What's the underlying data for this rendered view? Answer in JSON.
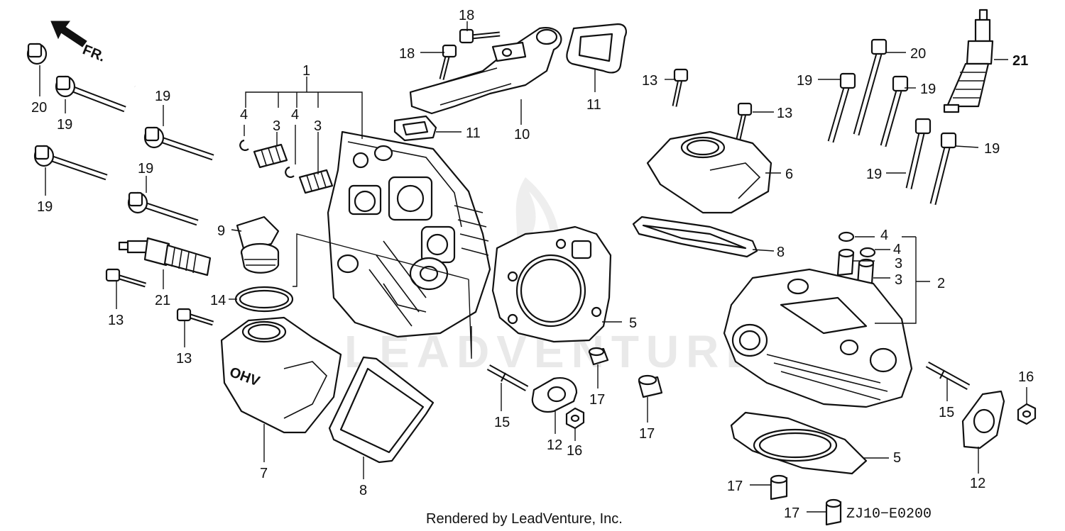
{
  "callouts": {
    "c1": "1",
    "c2": "2",
    "c3a": "3",
    "c3b": "3",
    "c3c": "3",
    "c3d": "3",
    "c4a": "4",
    "c4b": "4",
    "c4c": "4",
    "c4d": "4",
    "c5a": "5",
    "c5b": "5",
    "c6": "6",
    "c7": "7",
    "c8a": "8",
    "c8b": "8",
    "c9": "9",
    "c10": "10",
    "c11a": "11",
    "c11b": "11",
    "c12a": "12",
    "c12b": "12",
    "c13a": "13",
    "c13b": "13",
    "c13c": "13",
    "c13d": "13",
    "c14": "14",
    "c15a": "15",
    "c15b": "15",
    "c16a": "16",
    "c16b": "16",
    "c17a": "17",
    "c17b": "17",
    "c17c": "17",
    "c17d": "17",
    "c18a": "18",
    "c18b": "18",
    "c19a": "19",
    "c19b": "19",
    "c19c": "19",
    "c19d": "19",
    "c19e": "19",
    "c19f": "19",
    "c19g": "19",
    "c19h": "19",
    "c20a": "20",
    "c20b": "20",
    "c21a": "21",
    "c21b": "21"
  },
  "direction_label": "FR.",
  "cover_marking": "OHV",
  "watermark": "LEADVENTURE",
  "credit": "Rendered by LeadVenture, Inc.",
  "diagram_code": "ZJ10−E0200"
}
